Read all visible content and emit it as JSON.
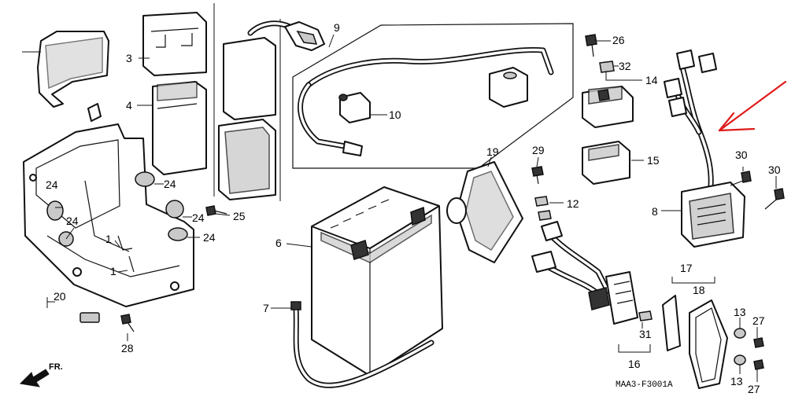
{
  "callouts": [
    {
      "id": "c3",
      "label": "3"
    },
    {
      "id": "c4",
      "label": "4"
    },
    {
      "id": "c24a",
      "label": "24"
    },
    {
      "id": "c24b",
      "label": "24"
    },
    {
      "id": "c24c",
      "label": "24"
    },
    {
      "id": "c24d",
      "label": "24"
    },
    {
      "id": "c24e",
      "label": "24"
    },
    {
      "id": "c25",
      "label": "25"
    },
    {
      "id": "c1a",
      "label": "1"
    },
    {
      "id": "c1b",
      "label": "1"
    },
    {
      "id": "c20",
      "label": "20"
    },
    {
      "id": "c28",
      "label": "28"
    },
    {
      "id": "c9",
      "label": "9"
    },
    {
      "id": "c10",
      "label": "10"
    },
    {
      "id": "c6",
      "label": "6"
    },
    {
      "id": "c7",
      "label": "7"
    },
    {
      "id": "c19",
      "label": "19"
    },
    {
      "id": "c29",
      "label": "29"
    },
    {
      "id": "c12",
      "label": "12"
    },
    {
      "id": "c26",
      "label": "26"
    },
    {
      "id": "c32",
      "label": "32"
    },
    {
      "id": "c14",
      "label": "14"
    },
    {
      "id": "c15",
      "label": "15"
    },
    {
      "id": "c30a",
      "label": "30"
    },
    {
      "id": "c30b",
      "label": "30"
    },
    {
      "id": "c8",
      "label": "8"
    },
    {
      "id": "c17",
      "label": "17"
    },
    {
      "id": "c18",
      "label": "18"
    },
    {
      "id": "c13a",
      "label": "13"
    },
    {
      "id": "c13b",
      "label": "13"
    },
    {
      "id": "c27a",
      "label": "27"
    },
    {
      "id": "c27b",
      "label": "27"
    },
    {
      "id": "c31",
      "label": "31"
    },
    {
      "id": "c16",
      "label": "16"
    }
  ],
  "direction_label": "FR.",
  "diagram_code": "MAA3-F3001A",
  "annotation": {
    "color": "#e01b1b",
    "shape": "arrow",
    "points_to": "regulator rectifier wire harness (8)"
  },
  "colors": {
    "line": "#111111",
    "shading": "#c9c9c9",
    "background": "#ffffff"
  }
}
